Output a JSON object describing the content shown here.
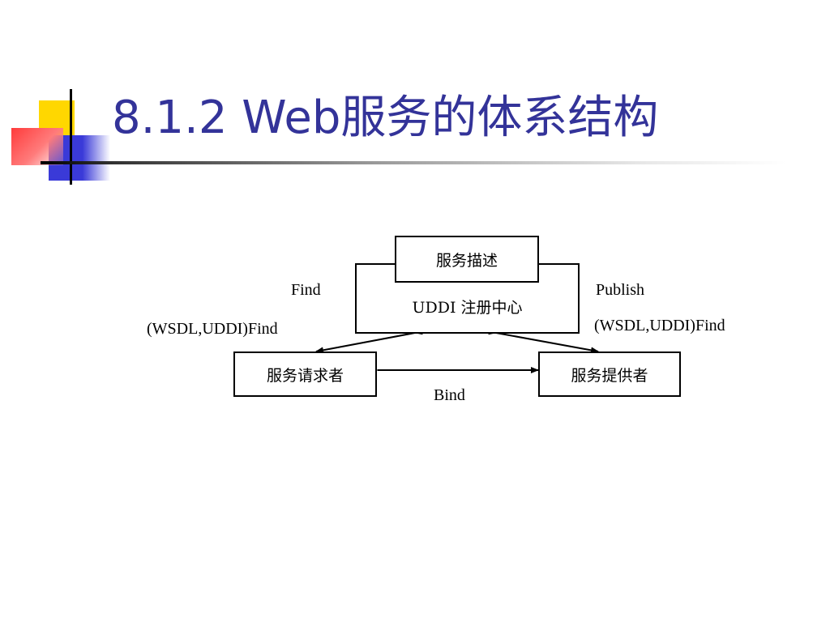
{
  "title": "8.1.2  Web服务的体系结构",
  "diagram": {
    "registry_label": "UDDI 注册中心",
    "description_box": "服务描述",
    "requester_box": "服务请求者",
    "provider_box": "服务提供者",
    "find_label": "Find",
    "find_sublabel": "(WSDL,UDDI)Find",
    "publish_label": "Publish",
    "publish_sublabel": "(WSDL,UDDI)Find",
    "bind_label": "Bind"
  }
}
